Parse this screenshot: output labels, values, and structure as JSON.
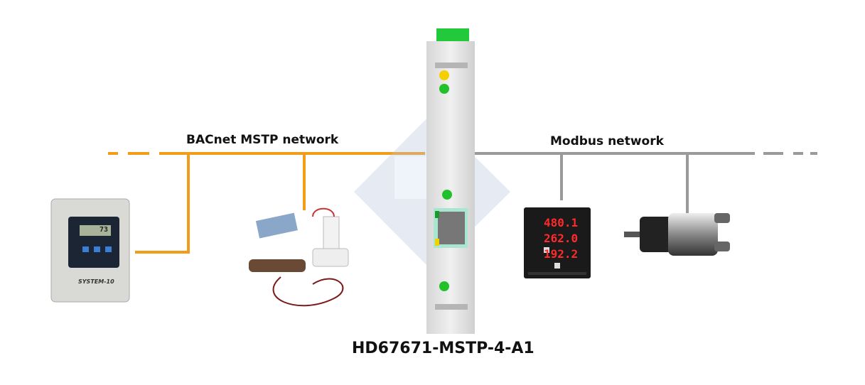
{
  "networks": {
    "bacnet_label": "BACnet MSTP network",
    "modbus_label": "Modbus network"
  },
  "gateway": {
    "model": "HD67671-MSTP-4-A1"
  },
  "devices": {
    "flow_meter": {
      "brand_text": "SYSTEM-10",
      "display_value": "73"
    },
    "power_meter": {
      "readings": [
        "480.1",
        "262.0",
        "192.2"
      ]
    }
  },
  "colors": {
    "bacnet": "#f39c1a",
    "modbus": "#9a9a9a",
    "led_green": "#22c02a",
    "led_yellow": "#f5d000"
  }
}
